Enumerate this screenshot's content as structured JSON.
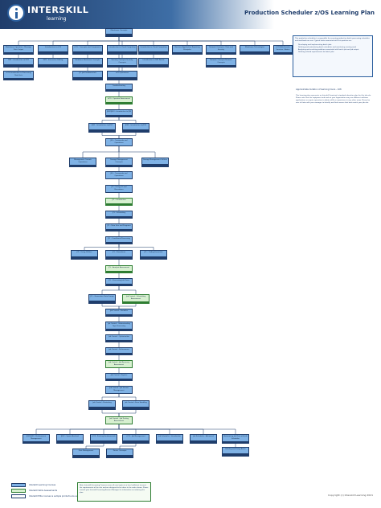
{
  "header": {
    "logo_text": "INTERSKILL",
    "logo_sub": "learning",
    "title": "Production Scheduler z/OS Learning Plan"
  },
  "info_panel": {
    "intro": "This production scheduler is responsible for ensuring production batch processing schedules and workloads are met. Typical tasks associated with this position are:",
    "tasks": [
      "Developing and implementing batch jobs",
      "Defining and maintaining batch schedules and monitoring running work",
      "Analyzing and resolving problems associated with batch job and job output",
      "Defining related requirements for batch jobs"
    ]
  },
  "duration": "Approximate duration of learning hours - 108",
  "note2": "This learning plan represents an Interskill Learning's standard education plan for this job role. Please note that the equipment and tools at your organization may use different software applications or require operators to obtain skills or experience in any other areas. Please be sure to liaise with your manager to identify and find courses that best match your job role.",
  "nodes": [
    {
      "id": "n1",
      "label": "Mainframe Concepts",
      "kind": "course"
    },
    {
      "id": "n2",
      "label": "Mainframe Operation - Message Print Output",
      "kind": "course"
    },
    {
      "id": "n3",
      "label": "Introduction to z/OS",
      "kind": "course"
    },
    {
      "id": "n4",
      "label": "z/OS - Concepts and Components",
      "kind": "course"
    },
    {
      "id": "n5",
      "label": "Introduction to Cloud Computing",
      "kind": "course"
    },
    {
      "id": "n6",
      "label": "Introduction to Cloud Computing",
      "kind": "course"
    },
    {
      "id": "n7",
      "label": "Business Application Reporting Principles",
      "kind": "course"
    },
    {
      "id": "n8",
      "label": "Network Concepts - Data and Security",
      "kind": "course"
    },
    {
      "id": "n9",
      "label": "Mainframe Technologies",
      "kind": "course"
    },
    {
      "id": "n10",
      "label": "z/OS Web Service Services - Basics",
      "kind": "course"
    },
    {
      "id": "n11",
      "label": "ISPF - Introduction to ISPF",
      "kind": "course"
    },
    {
      "id": "n12",
      "label": "ISPF - Interactive Editing",
      "kind": "course"
    },
    {
      "id": "n13",
      "label": "Hardware Mainframe Concepts",
      "kind": "course"
    },
    {
      "id": "n14",
      "label": "Security Concepts Security Concepts",
      "kind": "course"
    },
    {
      "id": "n15",
      "label": "Introduction to ISPF Panels",
      "kind": "course"
    },
    {
      "id": "n16",
      "label": "Network Concepts Network Concepts",
      "kind": "course"
    },
    {
      "id": "n17",
      "label": "z/OS Introduction to Processing Data Sets",
      "kind": "course"
    },
    {
      "id": "n18",
      "label": "JCL Job Fundamentals",
      "kind": "course"
    },
    {
      "id": "n19",
      "label": "z/OS Operations",
      "kind": "course"
    },
    {
      "id": "n20",
      "label": "Troubleshooting",
      "kind": "course"
    },
    {
      "id": "n21",
      "label": "z/OS - Operator Assessment",
      "kind": "assessment"
    },
    {
      "id": "n22",
      "label": "JES2/JES3 - Introduction to JES",
      "kind": "course"
    },
    {
      "id": "n23",
      "label": "JES2 - Introduction to JES2",
      "kind": "course"
    },
    {
      "id": "n24",
      "label": "JES3 - Introduction to JES3",
      "kind": "course"
    },
    {
      "id": "n25",
      "label": "JES - Commands and Operations",
      "kind": "course"
    },
    {
      "id": "n26",
      "label": "Management Console Operations",
      "kind": "course"
    },
    {
      "id": "n27",
      "label": "Storage Management Concepts",
      "kind": "course"
    },
    {
      "id": "n28",
      "label": "Storage Management Utilities",
      "kind": "course"
    },
    {
      "id": "n29",
      "label": "JES - Commands and Operations",
      "kind": "course"
    },
    {
      "id": "n30",
      "label": "JCL - Using JCL and Procedures",
      "kind": "course"
    },
    {
      "id": "n31",
      "label": "JCL - Introduction",
      "kind": "assessment"
    },
    {
      "id": "n32",
      "label": "JCL - Scheduling",
      "kind": "course"
    },
    {
      "id": "n33",
      "label": "JCL - Data Sets and Programs",
      "kind": "course"
    },
    {
      "id": "n34",
      "label": "JCL - Conditional Processing",
      "kind": "course"
    },
    {
      "id": "n35",
      "label": "JCL - Using Utilities",
      "kind": "course"
    },
    {
      "id": "n36",
      "label": "JCL - Procedures",
      "kind": "course"
    },
    {
      "id": "n37",
      "label": "JCL - Coding Essentials",
      "kind": "course"
    },
    {
      "id": "n38",
      "label": "JCL - Analysis Assessment",
      "kind": "assessment"
    },
    {
      "id": "n39",
      "label": "JCL - Processing Job Flows",
      "kind": "course"
    },
    {
      "id": "n40",
      "label": "JCL - Generation Data Groups",
      "kind": "course"
    },
    {
      "id": "n41",
      "label": "Job Control - Scheduling Assessment",
      "kind": "assessment"
    },
    {
      "id": "n42",
      "label": "Job Control - Variables",
      "kind": "course"
    },
    {
      "id": "n43",
      "label": "Job Control - Understanding Tape Processing",
      "kind": "course"
    },
    {
      "id": "n44",
      "label": "Job Control - Optimization",
      "kind": "course"
    },
    {
      "id": "n45",
      "label": "Job Control - Performance",
      "kind": "course"
    },
    {
      "id": "n46",
      "label": "Job Control - Job Recovery Assessment",
      "kind": "assessment"
    },
    {
      "id": "n47",
      "label": "Job Control - Reports",
      "kind": "course"
    },
    {
      "id": "n48",
      "label": "Job Control - Job Stream Management",
      "kind": "course"
    },
    {
      "id": "n49",
      "label": "Job Control - Restarting",
      "kind": "course"
    },
    {
      "id": "n50",
      "label": "Job Control - Error Handling",
      "kind": "course"
    },
    {
      "id": "n51",
      "label": "Job Control - Job Testing Assessment",
      "kind": "assessment"
    },
    {
      "id": "n52",
      "label": "JES2/JES3 - Performance Management",
      "kind": "course"
    },
    {
      "id": "n53",
      "label": "JES2 - Sysout Archival",
      "kind": "course"
    },
    {
      "id": "n54",
      "label": "z/OS - Printing Fundamentals",
      "kind": "course"
    },
    {
      "id": "n55",
      "label": "z/OS - Job Management",
      "kind": "course"
    },
    {
      "id": "n56",
      "label": "Job Scheduler - Introduction",
      "kind": "course"
    },
    {
      "id": "n57",
      "label": "Job Scheduler - Advanced",
      "kind": "course"
    },
    {
      "id": "n58",
      "label": "Automating Job Flow with Job Scheduler",
      "kind": "course"
    },
    {
      "id": "n59",
      "label": "Print Management",
      "kind": "course"
    },
    {
      "id": "n60",
      "label": "Printer Concepts",
      "kind": "course"
    },
    {
      "id": "n61",
      "label": "Building and Using Batch",
      "kind": "course"
    }
  ],
  "legend": [
    {
      "label": "Interskill Learning Courses",
      "kind": "course"
    },
    {
      "label": "Interskill Skills Assessments",
      "kind": "assessment"
    },
    {
      "label": "Interskill Elite courses is sample products are available in all Job Roles",
      "kind": "group"
    }
  ],
  "note_box": "Note: Interskill eLearning Courses cover all core topics to a level sufficient to meet the requirements of the role and are designed to be taken in the order shown. Please consult your Interskill Learning Account Manager for information on tailoring this plan.",
  "copyright": "Copyright (c) Interskill Learning 2021",
  "colors": {
    "course_fill": "#7fb2e5",
    "course_footer": "#1f3d6b",
    "assessment_fill": "#d7f0d0",
    "assessment_footer": "#2e7d32",
    "connector": "#1f3d6b"
  }
}
